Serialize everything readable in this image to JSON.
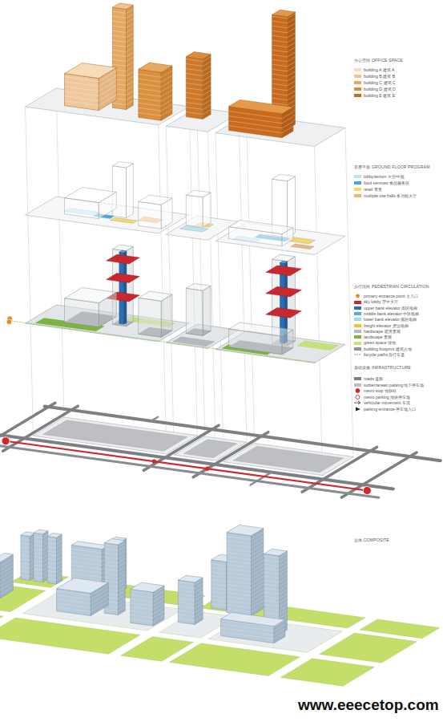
{
  "diagram": {
    "labels": [
      "办公空间 OFFICE SPACE",
      "首层平面 GROUND FLOOR PROGRAM",
      "步行流线 PEDESTRIAN CIRCULATION",
      "基础设施 INFRASTRUCTURE",
      "总体 COMPOSITE",
      "www.eeecetop.com"
    ],
    "legend": [
      {
        "text": "building A 建筑 A",
        "color": "#f6dcb8"
      },
      {
        "text": "building B 建筑 B",
        "color": "#f0c48c"
      },
      {
        "text": "building C 建筑 C",
        "color": "#e8a860"
      },
      {
        "text": "building D 建筑 D",
        "color": "#de8c3a"
      },
      {
        "text": "building E 建筑 E",
        "color": "#c96a1e"
      },
      {
        "text": "lobby/atrium 大堂/中庭",
        "color": "#bfe3f2"
      },
      {
        "text": "food services 食品服务区",
        "color": "#4aa8d8"
      },
      {
        "text": "retail 零售",
        "color": "#f5d76e"
      },
      {
        "text": "multiple use halls 多功能大厅",
        "color": "#f3b27a"
      },
      {
        "text": "primary entrance point 主入口"
      },
      {
        "text": "sky lobby 空中大厅",
        "color": "#c8282e"
      },
      {
        "text": "upper bank elevator 高区电梯",
        "color": "#2a6fb5"
      },
      {
        "text": "middle bank elevator 中区电梯",
        "color": "#5fa8d8"
      },
      {
        "text": "lower bank elevator 低区电梯",
        "color": "#a9d3ee"
      },
      {
        "text": "freight elevator 货运电梯",
        "color": "#f2c230"
      },
      {
        "text": "hardscape 硬质景观",
        "color": "#b5b9bd"
      },
      {
        "text": "landscape 景观",
        "color": "#7cb342"
      },
      {
        "text": "green space 绿地",
        "color": "#c5e07a"
      },
      {
        "text": "building footprint 建筑占地",
        "color": "#8f9499"
      },
      {
        "text": "bicycle paths 自行车道"
      },
      {
        "text": "roads 道路",
        "color": "#7d7f82"
      },
      {
        "text": "subterranean parking 地下停车场",
        "color": "#bdbfc2"
      },
      {
        "text": "metro stop 地铁站"
      },
      {
        "text": "metro parking 地铁停车场"
      },
      {
        "text": "vehicular movement 车流"
      },
      {
        "text": "parking entrance 停车场入口"
      }
    ]
  }
}
